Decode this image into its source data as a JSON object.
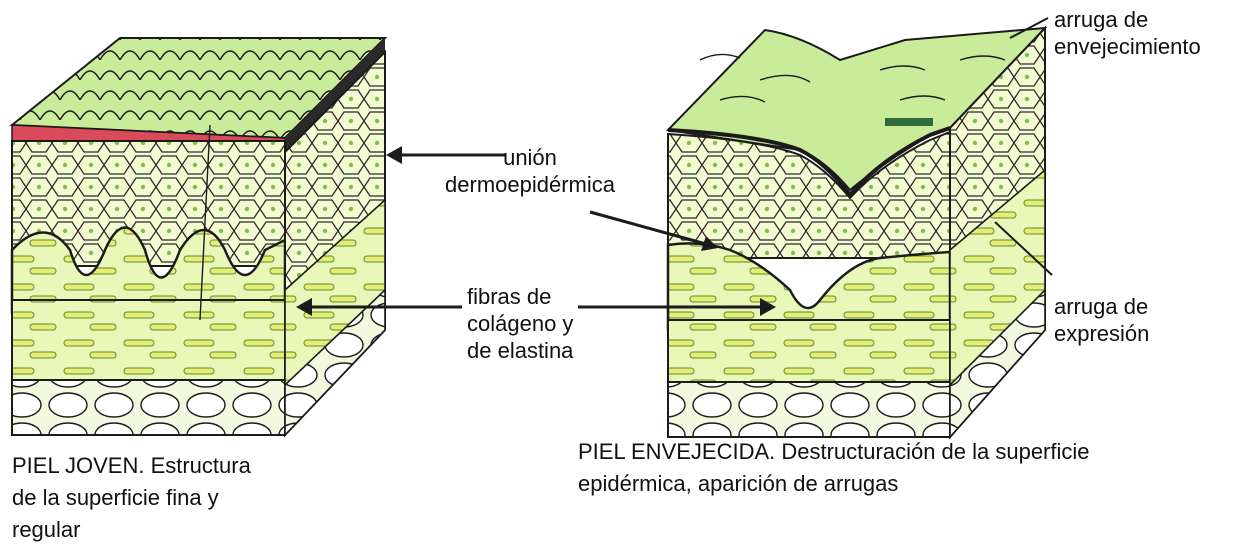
{
  "colors": {
    "epidermis": "#f4fbd2",
    "surface": "#c8ec9a",
    "dermis": "#e9f7b8",
    "fiber": "#e6ee78",
    "fiber_outline": "#5a8a2a",
    "line": "#1b1b1b",
    "fat": "#ffffff"
  },
  "labels": {
    "union": "unión\ndermoepidérmica",
    "fibras": "fibras de\ncolágeno y\nde elastina",
    "arruga_env": "arruga de\nenvejecimiento",
    "arruga_exp": "arruga de\nexpresión"
  },
  "captions": {
    "young": "PIEL JOVEN. Estructura\nde la superficie fina y\nregular",
    "aged": "PIEL ENVEJECIDA. Destructuración de la superficie\nepidérmica, aparición de arrugas"
  }
}
